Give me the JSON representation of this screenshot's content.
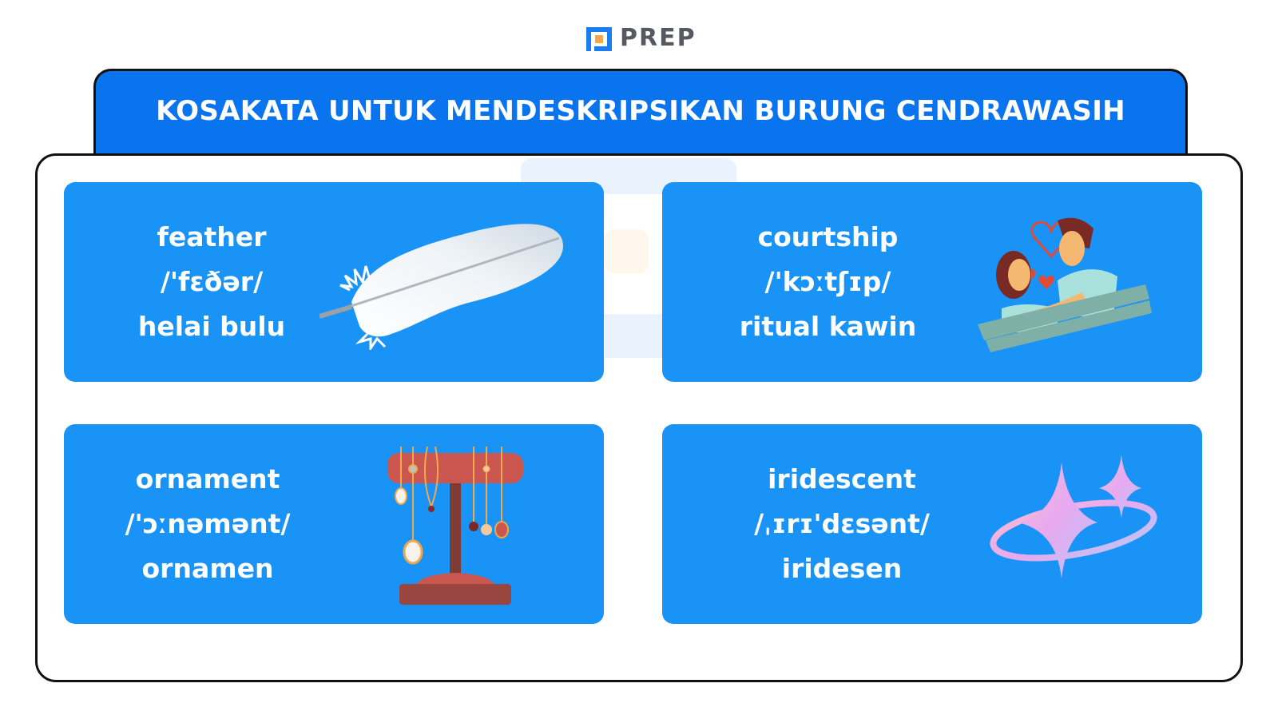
{
  "logo": {
    "text": "PREP",
    "brand_color": "#1a7ef0",
    "accent_color": "#f5a54a"
  },
  "header": {
    "title": "KOSAKATA UNTUK MENDESKRIPSIKAN BURUNG CENDRAWASIH",
    "bg_color": "#0a74ee"
  },
  "cards": [
    {
      "word": "feather",
      "ipa": "/'fɛðər/",
      "translation": "helai bulu",
      "illustration": "feather-icon"
    },
    {
      "word": "courtship",
      "ipa": "/'kɔːtʃɪp/",
      "translation": "ritual kawin",
      "illustration": "couple-on-bench-icon"
    },
    {
      "word": "ornament",
      "ipa": "/'ɔːnəmənt/",
      "translation": "ornamen",
      "illustration": "jewelry-stand-icon"
    },
    {
      "word": "iridescent",
      "ipa": "/ˌɪrɪ'dɛsənt/",
      "translation": "iridesen",
      "illustration": "iridescent-sparkle-icon"
    }
  ],
  "colors": {
    "card_bg": "#1a93f7",
    "text": "#ffffff",
    "border": "#111111"
  }
}
